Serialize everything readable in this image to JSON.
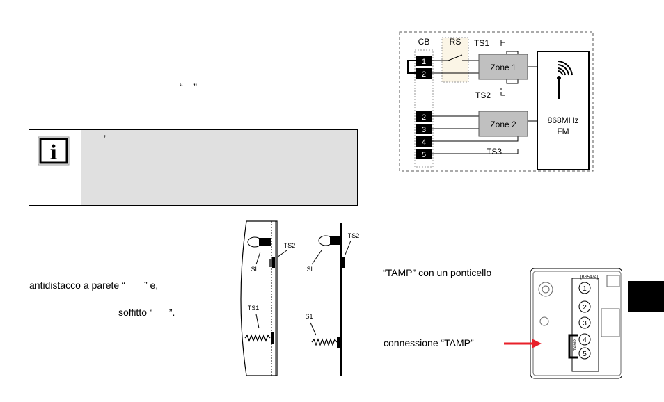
{
  "text": {
    "quote_line": "“    ”",
    "callout_mark": "’",
    "antidistacco": "antidistacco a parete “       ” e,",
    "soffitto": "soffitto “      ”.",
    "tamp_line": "“TAMP” con un ponticello",
    "connessione": "connessione “TAMP”"
  },
  "block_diagram": {
    "cb": "CB",
    "rs": "RS",
    "ts1": "TS1",
    "ts2": "TS2",
    "ts3": "TS3",
    "terminals_top": [
      "1",
      "2"
    ],
    "terminals_bottom": [
      "2",
      "3",
      "4",
      "5"
    ],
    "zone1": "Zone 1",
    "zone2": "Zone 2",
    "freq": "868MHz",
    "mod": "FM"
  },
  "tamper_diagram": {
    "left": {
      "sl": "SL",
      "ts1": "TS1",
      "ts2": "TS2"
    },
    "right": {
      "sl": "SL",
      "s1": "S1",
      "ts2": "TS2"
    }
  },
  "board": {
    "terminals": [
      "1",
      "2",
      "3",
      "4",
      "5"
    ],
    "label_top": "[BS547A]",
    "label_side": "TAMP"
  },
  "colors": {
    "callout_bg": "#e0e0e0",
    "zone_fill": "#c0c0c0",
    "rs_fill": "#fbf5e6",
    "arrow": "#e8202a"
  }
}
